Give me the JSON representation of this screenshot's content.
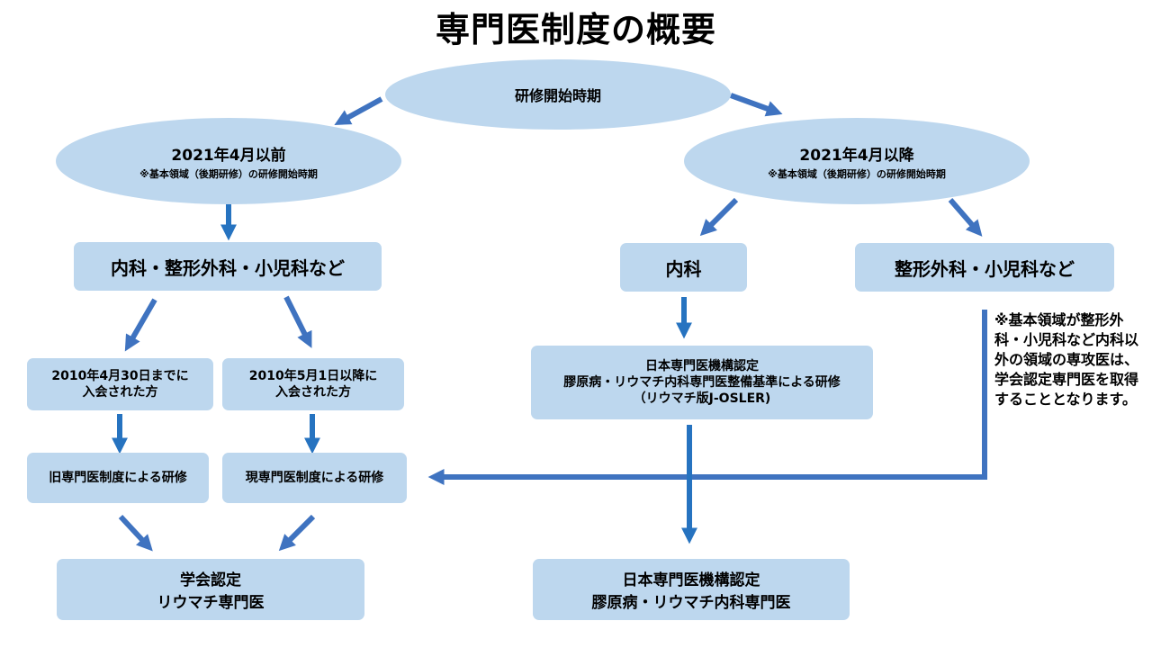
{
  "title": "専門医制度の概要",
  "colors": {
    "shape_fill": "#bdd7ee",
    "arrow": "#2e75b6",
    "arrow_alt": "#4472c4"
  },
  "nodes": {
    "start": "研修開始時期",
    "before": {
      "label": "2021年4月以前",
      "note": "※基本領域（後期研修）の研修開始時期"
    },
    "after": {
      "label": "2021年4月以降",
      "note": "※基本領域（後期研修）の研修開始時期"
    },
    "before_fields": "内科・整形外科・小児科など",
    "after_internal": "内科",
    "after_other": "整形外科・小児科など",
    "joined_before": {
      "line1": "2010年4月30日までに",
      "line2": "入会された方"
    },
    "joined_after": {
      "line1": "2010年5月1日以降に",
      "line2": "入会された方"
    },
    "jmsb_training": {
      "line1": "日本専門医機構認定",
      "line2": "膠原病・リウマチ内科専門医整備基準による研修",
      "line3": "（リウマチ版J-OSLER)"
    },
    "old_training": "旧専門医制度による研修",
    "new_training": "現専門医制度による研修",
    "society_cert": {
      "line1": "学会認定",
      "line2": "リウマチ専門医"
    },
    "jmsb_cert": {
      "line1": "日本専門医機構認定",
      "line2": "膠原病・リウマチ内科専門医"
    }
  },
  "side_note": "※基本領域が整形外科・小児科など内科以外の領域の専攻医は、学会認定専門医を取得することとなります。"
}
